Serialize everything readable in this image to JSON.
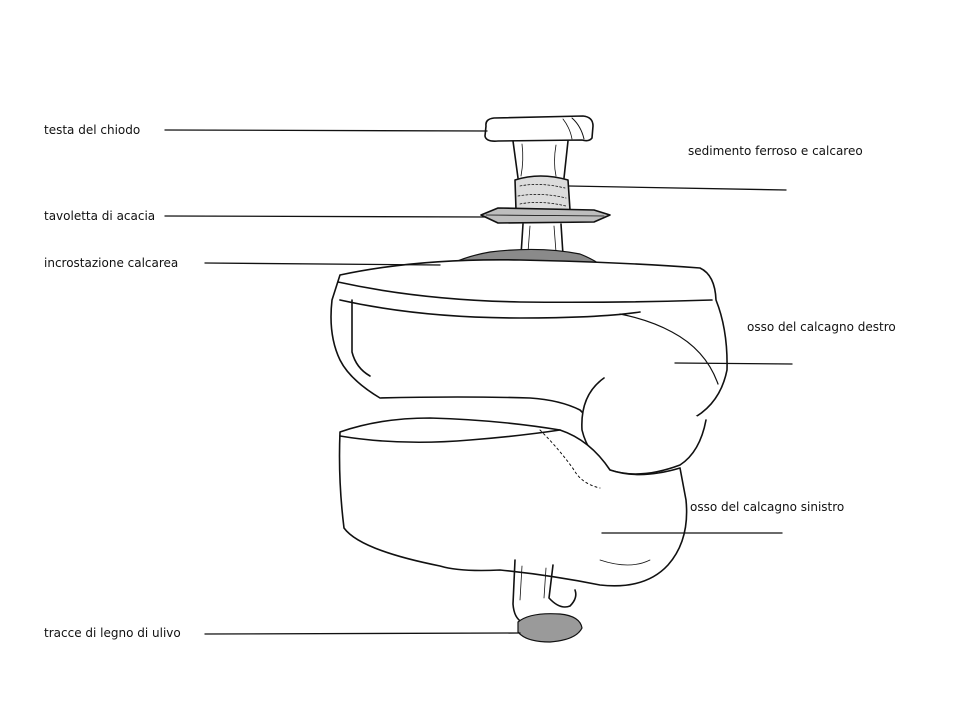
{
  "labels": {
    "testa": "testa del chiodo",
    "tavoletta": "tavoletta di acacia",
    "incrostazione": "incrostazione calcarea",
    "tracce": "tracce di legno di ulivo",
    "sedimento": "sedimento ferroso e calcareo",
    "destro": "osso del calcagno destro",
    "sinistro": "osso del calcagno sinistro"
  },
  "colors": {
    "ink": "#111111",
    "paper": "#ffffff",
    "encrustation": "#8a8a8a"
  }
}
